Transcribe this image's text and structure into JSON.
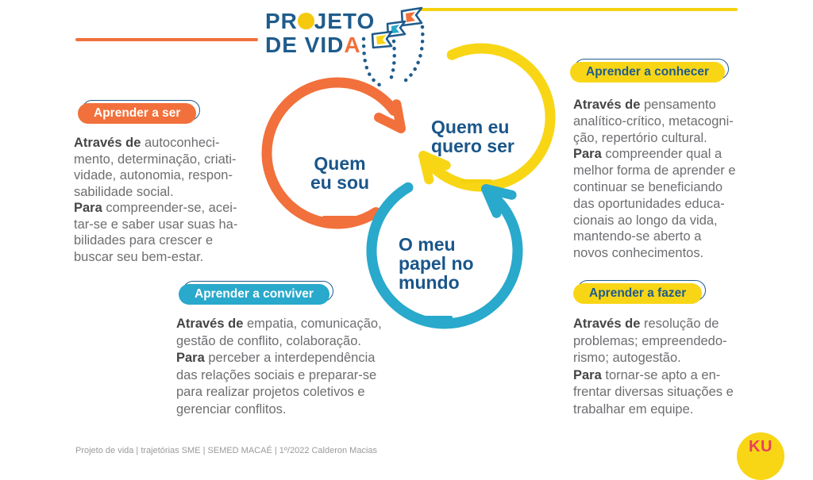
{
  "logo": {
    "line1": [
      {
        "t": "PR"
      },
      {
        "t": "O",
        "c": "o-disc"
      },
      {
        "t": "JET"
      },
      {
        "t": "O"
      }
    ],
    "line2": [
      {
        "t": "DE VID"
      },
      {
        "t": "A",
        "c": "a-orange"
      }
    ]
  },
  "colors": {
    "orange": "#F2703B",
    "yellow": "#F8D616",
    "teal": "#29A9CB",
    "blue": "#1F5C8C",
    "text_gray": "#6D6E71"
  },
  "cycle": {
    "nodes": [
      {
        "id": "quem-eu-sou",
        "label": "Quem\neu sou",
        "color": "#F2703B"
      },
      {
        "id": "quem-eu-quero-ser",
        "label": "Quem eu\nquero ser",
        "color": "#F8D616"
      },
      {
        "id": "o-meu-papel-no-mundo",
        "label": "O meu\npapel no\nmundo",
        "color": "#29A9CB"
      }
    ]
  },
  "pillars": [
    {
      "id": "aprender-a-ser",
      "badge": "Aprender a ser",
      "paragraph": [
        {
          "b": true,
          "t": "Através de"
        },
        {
          "t": " autoconheci-\nmento, determinação, criati-\nvidade, autonomia, respon-\nsabilidade social.\n"
        },
        {
          "b": true,
          "t": "Para"
        },
        {
          "t": " compreender-se, acei-\ntar-se e saber usar suas ha-\nbilidades para crescer e\nbuscar seu bem-estar."
        }
      ]
    },
    {
      "id": "aprender-a-conhecer",
      "badge": "Aprender a conhecer",
      "paragraph": [
        {
          "b": true,
          "t": "Através de"
        },
        {
          "t": " pensamento\nanalítico-crítico, metacogni-\nção, repertório cultural.\n"
        },
        {
          "b": true,
          "t": "Para"
        },
        {
          "t": " compreender qual a\nmelhor forma de aprender e\ncontinuar se beneficiando\ndas oportunidades educa-\ncionais ao longo da vida,\nmantendo-se aberto a\nnovos conhecimentos."
        }
      ]
    },
    {
      "id": "aprender-a-conviver",
      "badge": "Aprender a conviver",
      "paragraph": [
        {
          "b": true,
          "t": "Através de"
        },
        {
          "t": " empatia, comunicação,\ngestão de conflito, colaboração.\n"
        },
        {
          "b": true,
          "t": "Para"
        },
        {
          "t": " perceber a interdependência\ndas relações sociais e preparar-se\npara realizar projetos coletivos e\ngerenciar conflitos."
        }
      ]
    },
    {
      "id": "aprender-a-fazer",
      "badge": "Aprender a fazer",
      "paragraph": [
        {
          "b": true,
          "t": "Através de"
        },
        {
          "t": " resolução de\nproblemas; empreendedo-\nrismo; autogestão.\n"
        },
        {
          "b": true,
          "t": "Para"
        },
        {
          "t": " tornar-se apto a en-\nfrentar diversas situações e\ntrabalhar em equipe."
        }
      ]
    }
  ],
  "footer": {
    "text": "Projeto de vida | trajetórias      SME | SEMED MACAÉ | 1º/2022      Calderon Macias"
  },
  "brand_circle": {
    "text": "KU"
  }
}
